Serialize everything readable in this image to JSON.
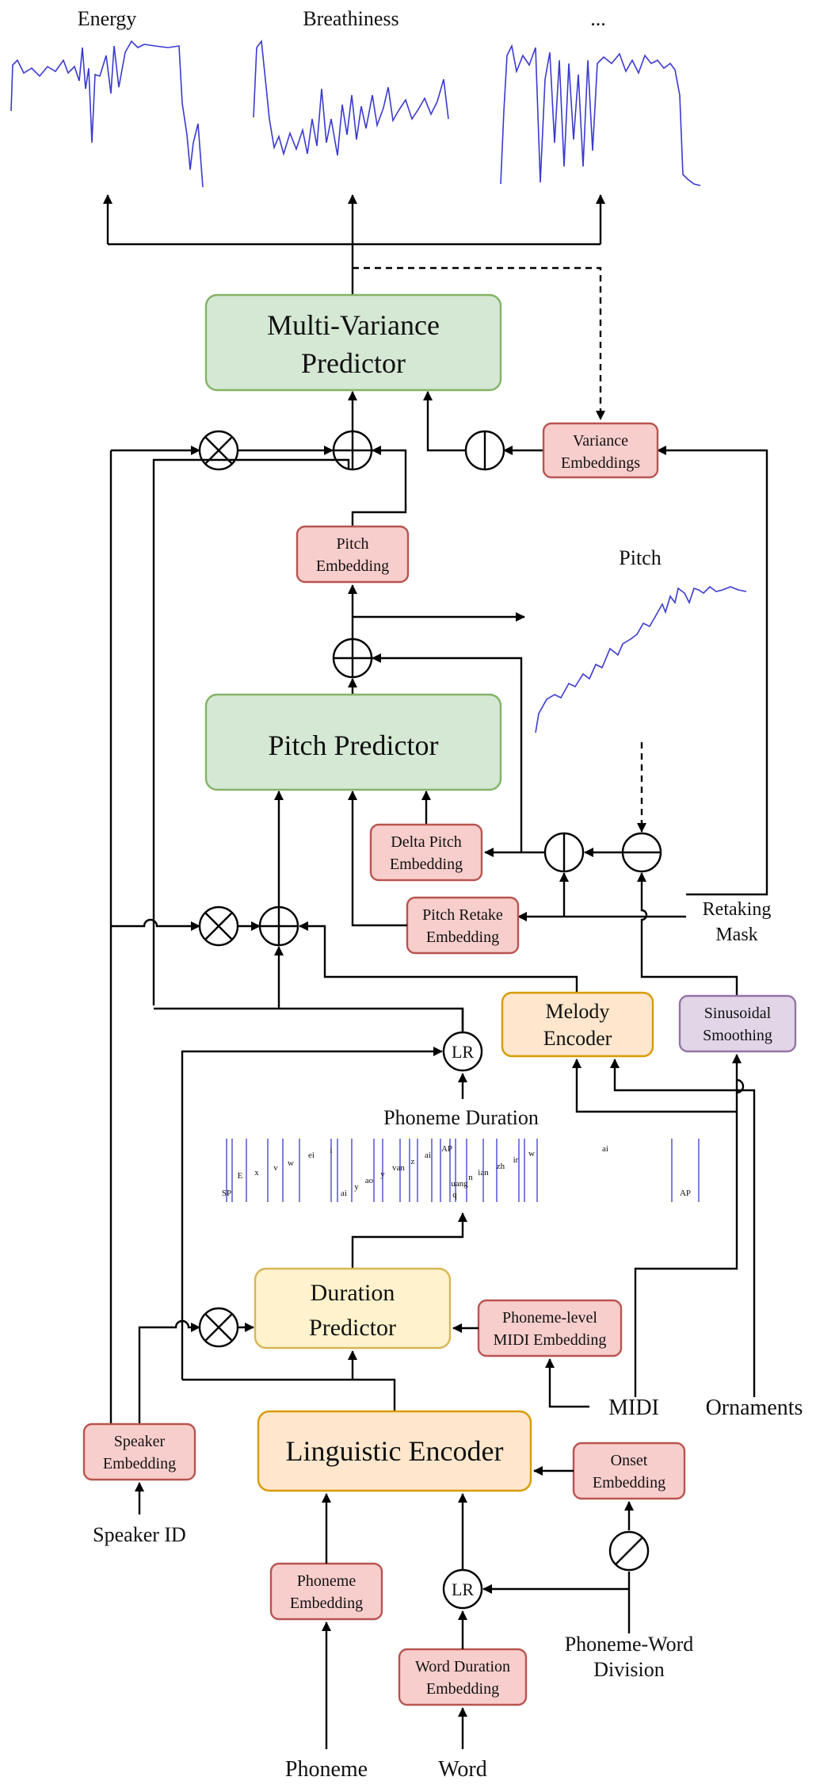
{
  "colors": {
    "green_fill": "#d5e8d4",
    "green_stroke": "#82b366",
    "red_fill": "#f8cecc",
    "red_stroke": "#b85450",
    "orange_fill": "#ffe6cc",
    "orange_stroke": "#d79b00",
    "yellow_fill": "#fff2cc",
    "yellow_stroke": "#d6b656",
    "purple_fill": "#e1d5e7",
    "purple_stroke": "#9673a6",
    "curve": "#3a3ad0"
  },
  "curves": {
    "energy": "Energy",
    "breathiness": "Breathiness",
    "more": "...",
    "pitch": "Pitch"
  },
  "boxes": {
    "multi_variance_1": "Multi-Variance",
    "multi_variance_2": "Predictor",
    "pitch_predictor": "Pitch Predictor",
    "duration_1": "Duration",
    "duration_2": "Predictor",
    "linguistic_encoder": "Linguistic Encoder",
    "melody_1": "Melody",
    "melody_2": "Encoder"
  },
  "embeddings": {
    "variance_1": "Variance",
    "variance_2": "Embeddings",
    "pitch_1": "Pitch",
    "pitch_2": "Embedding",
    "delta_1": "Delta Pitch",
    "delta_2": "Embedding",
    "retake_1": "Pitch Retake",
    "retake_2": "Embedding",
    "smooth_1": "Sinusoidal",
    "smooth_2": "Smoothing",
    "midi_1": "Phoneme-level",
    "midi_2": "MIDI Embedding",
    "speaker_1": "Speaker",
    "speaker_2": "Embedding",
    "onset_1": "Onset",
    "onset_2": "Embedding",
    "phoneme_1": "Phoneme",
    "phoneme_2": "Embedding",
    "word_dur_1": "Word Duration",
    "word_dur_2": "Embedding"
  },
  "operators": {
    "length_regulator": "LR"
  },
  "inputs": {
    "retaking_1": "Retaking",
    "retaking_2": "Mask",
    "phoneme_duration": "Phoneme Duration",
    "midi": "MIDI",
    "ornaments": "Ornaments",
    "speaker_id": "Speaker ID",
    "pw_division_1": "Phoneme-Word",
    "pw_division_2": "Division",
    "phoneme": "Phoneme",
    "word": "Word"
  },
  "phoneme_labels": [
    "SP",
    "E",
    "x",
    "v",
    "w",
    "ei",
    "i",
    "ai",
    "y",
    "ao",
    "y",
    "van",
    "z",
    "ai",
    "AP",
    "uang",
    "q",
    "n",
    "ian",
    "zh",
    "ir",
    "w",
    "ai",
    "AP"
  ]
}
